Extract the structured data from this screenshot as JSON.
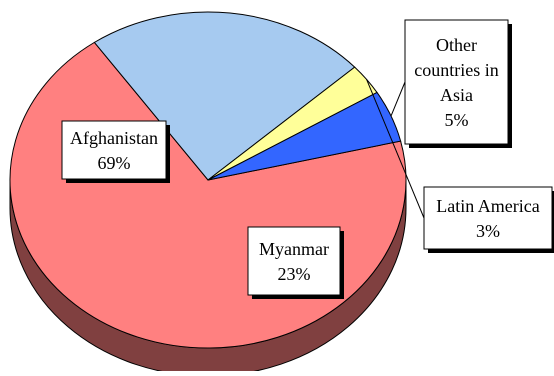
{
  "chart_data": {
    "type": "pie",
    "three_d": true,
    "legend": "none",
    "slices": [
      {
        "label": "Afghanistan",
        "value": 69,
        "value_label": "69%",
        "color": "#ff8080",
        "side_color": "#804040"
      },
      {
        "label": "Myanmar",
        "value": 23,
        "value_label": "23%",
        "color": "#a6caf0",
        "side_color": "#536578"
      },
      {
        "label": "Latin America",
        "value": 3,
        "value_label": "3%",
        "color": "#ffff99",
        "side_color": "#80804d"
      },
      {
        "label": "Other countries in Asia",
        "label_lines": [
          "Other",
          "countries in",
          "Asia"
        ],
        "value": 5,
        "value_label": "5%",
        "color": "#3366ff",
        "side_color": "#1a3380"
      }
    ]
  }
}
